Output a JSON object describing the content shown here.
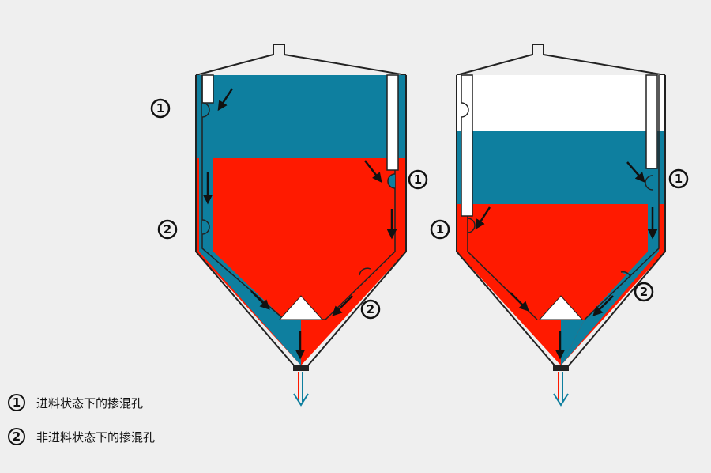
{
  "legend": [
    {
      "num": "1",
      "text": "进料状态下的掺混孔"
    },
    {
      "num": "2",
      "text": "非进料状态下的掺混孔"
    }
  ],
  "colors": {
    "blue": "#0e7f9f",
    "red": "#ff1a00",
    "background": "#efefef",
    "outline": "#222222"
  },
  "left_silo": {
    "markers": [
      "1",
      "2",
      "1",
      "2"
    ]
  },
  "right_silo": {
    "markers": [
      "1",
      "1",
      "2"
    ]
  }
}
